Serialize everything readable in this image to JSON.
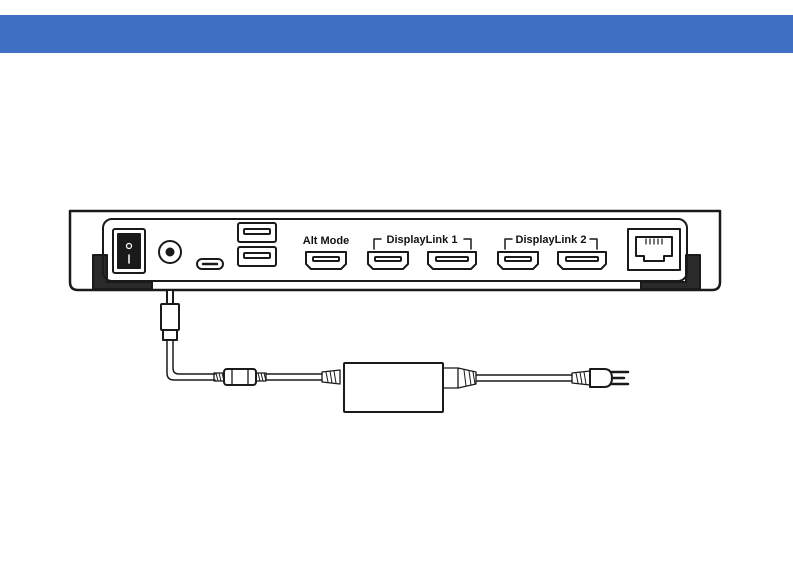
{
  "header": {
    "bar_color": "#3f6fc2"
  },
  "diagram": {
    "labels": {
      "alt_mode": "Alt Mode",
      "displaylink_1": "DisplayLink 1",
      "displaylink_2": "DisplayLink 2"
    },
    "stroke_color": "#1a1a1a",
    "icons": [
      "power-switch-icon",
      "dc-power-jack-icon",
      "usb-c-port-icon",
      "usb-a-port-icon",
      "hdmi-port-icon",
      "ethernet-port-icon",
      "power-adapter-icon",
      "ac-plug-icon"
    ]
  }
}
